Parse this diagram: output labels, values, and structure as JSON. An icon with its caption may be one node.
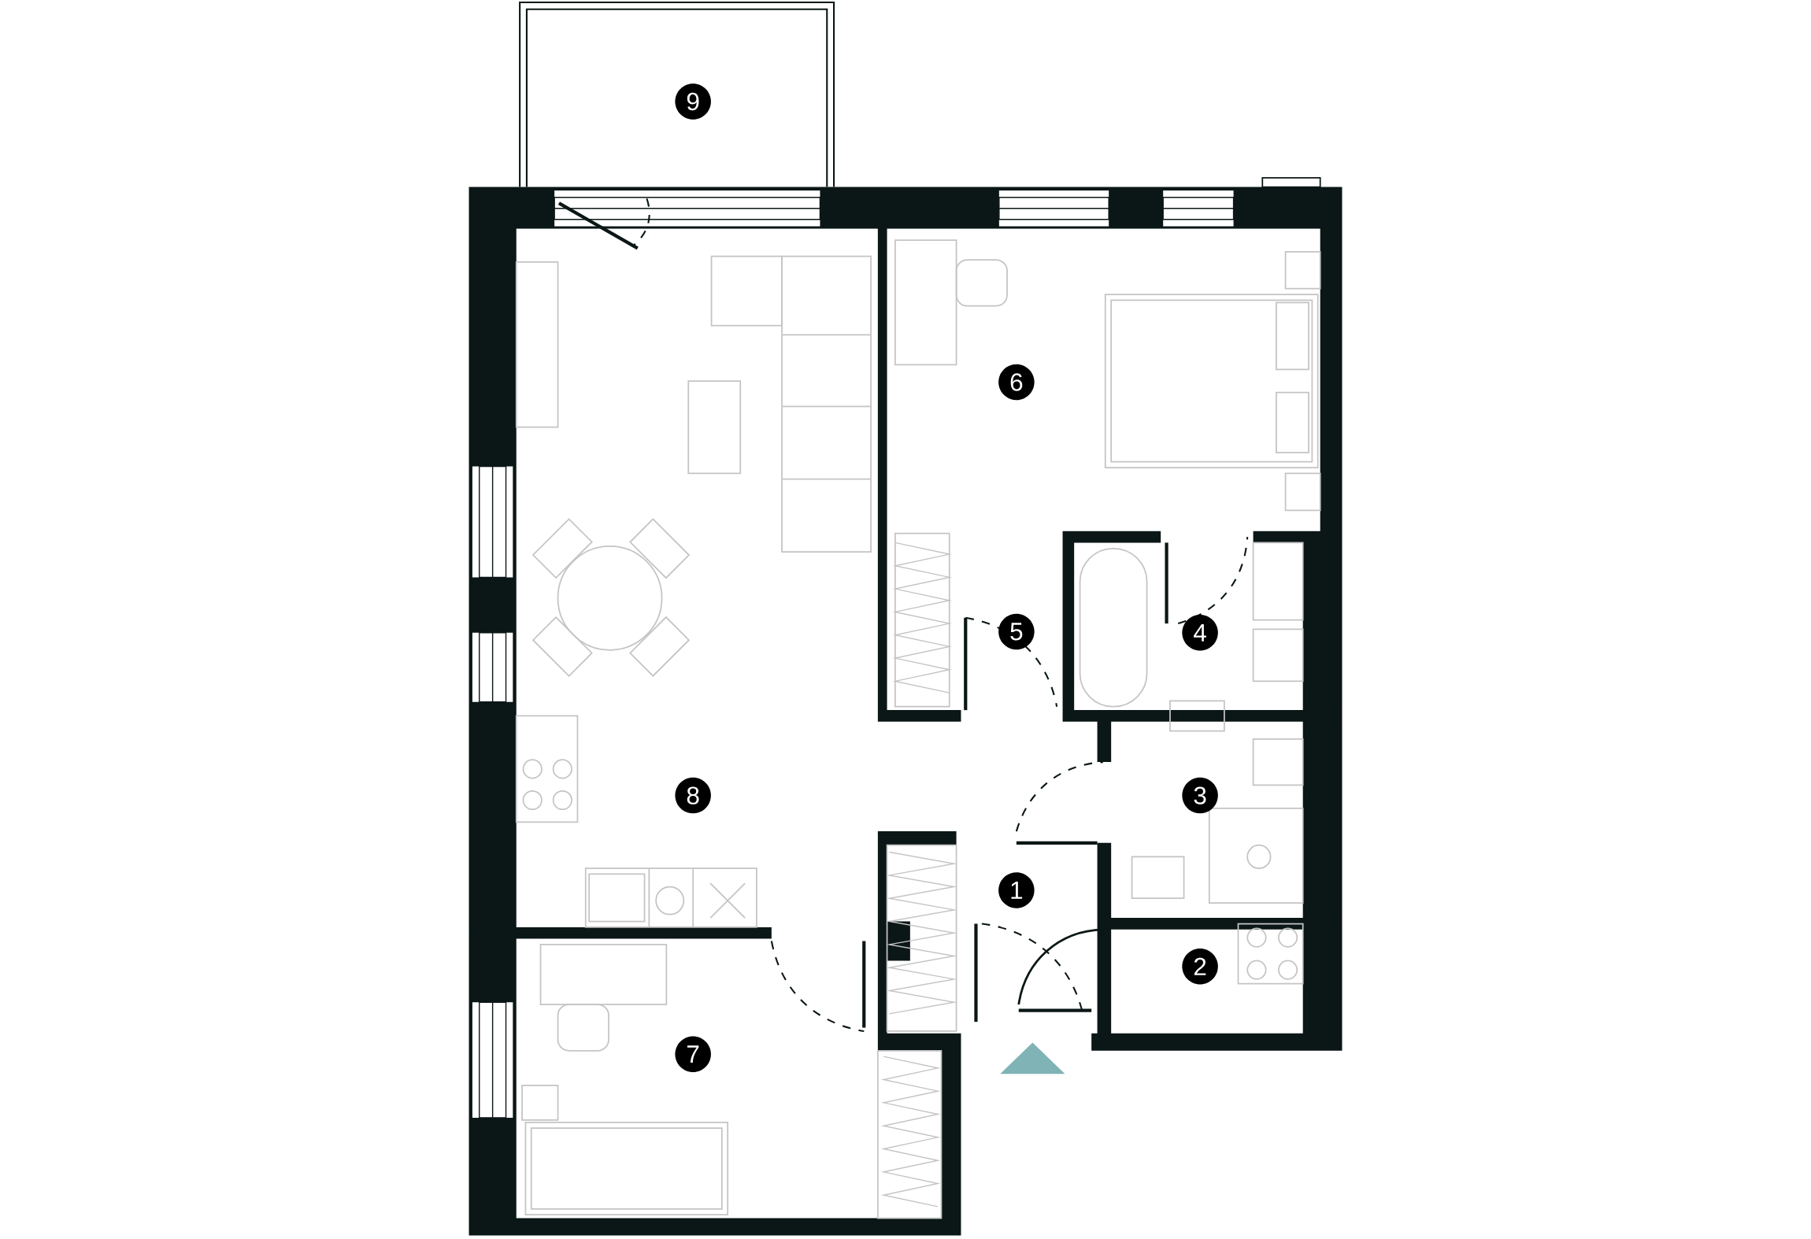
{
  "diagram": {
    "labels": [
      "9",
      "6",
      "5",
      "4",
      "8",
      "3",
      "1",
      "2",
      "7"
    ]
  }
}
